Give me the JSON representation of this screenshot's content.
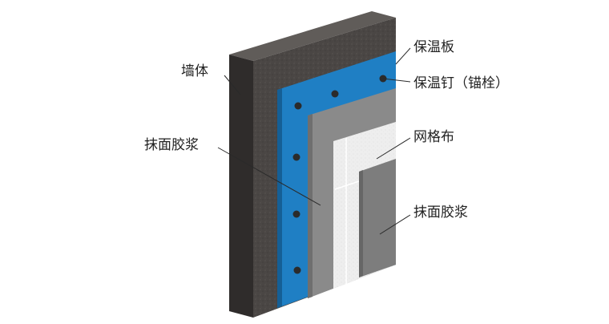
{
  "labels": {
    "wall": "墙体",
    "insulation_board": "保温板",
    "anchor": "保温钉（锚栓）",
    "mortar_left": "抹面胶浆",
    "mesh": "网格布",
    "mortar_right": "抹面胶浆"
  },
  "colors": {
    "wall_front": "#4a4644",
    "wall_side": "#2f2c2b",
    "wall_top": "#5f5b58",
    "insulation": "#1f7fc4",
    "anchor_head": "#2b2b2b",
    "mortar": "#8b8b8b",
    "mesh": "#ededed",
    "finish": "#7d7d7d"
  }
}
